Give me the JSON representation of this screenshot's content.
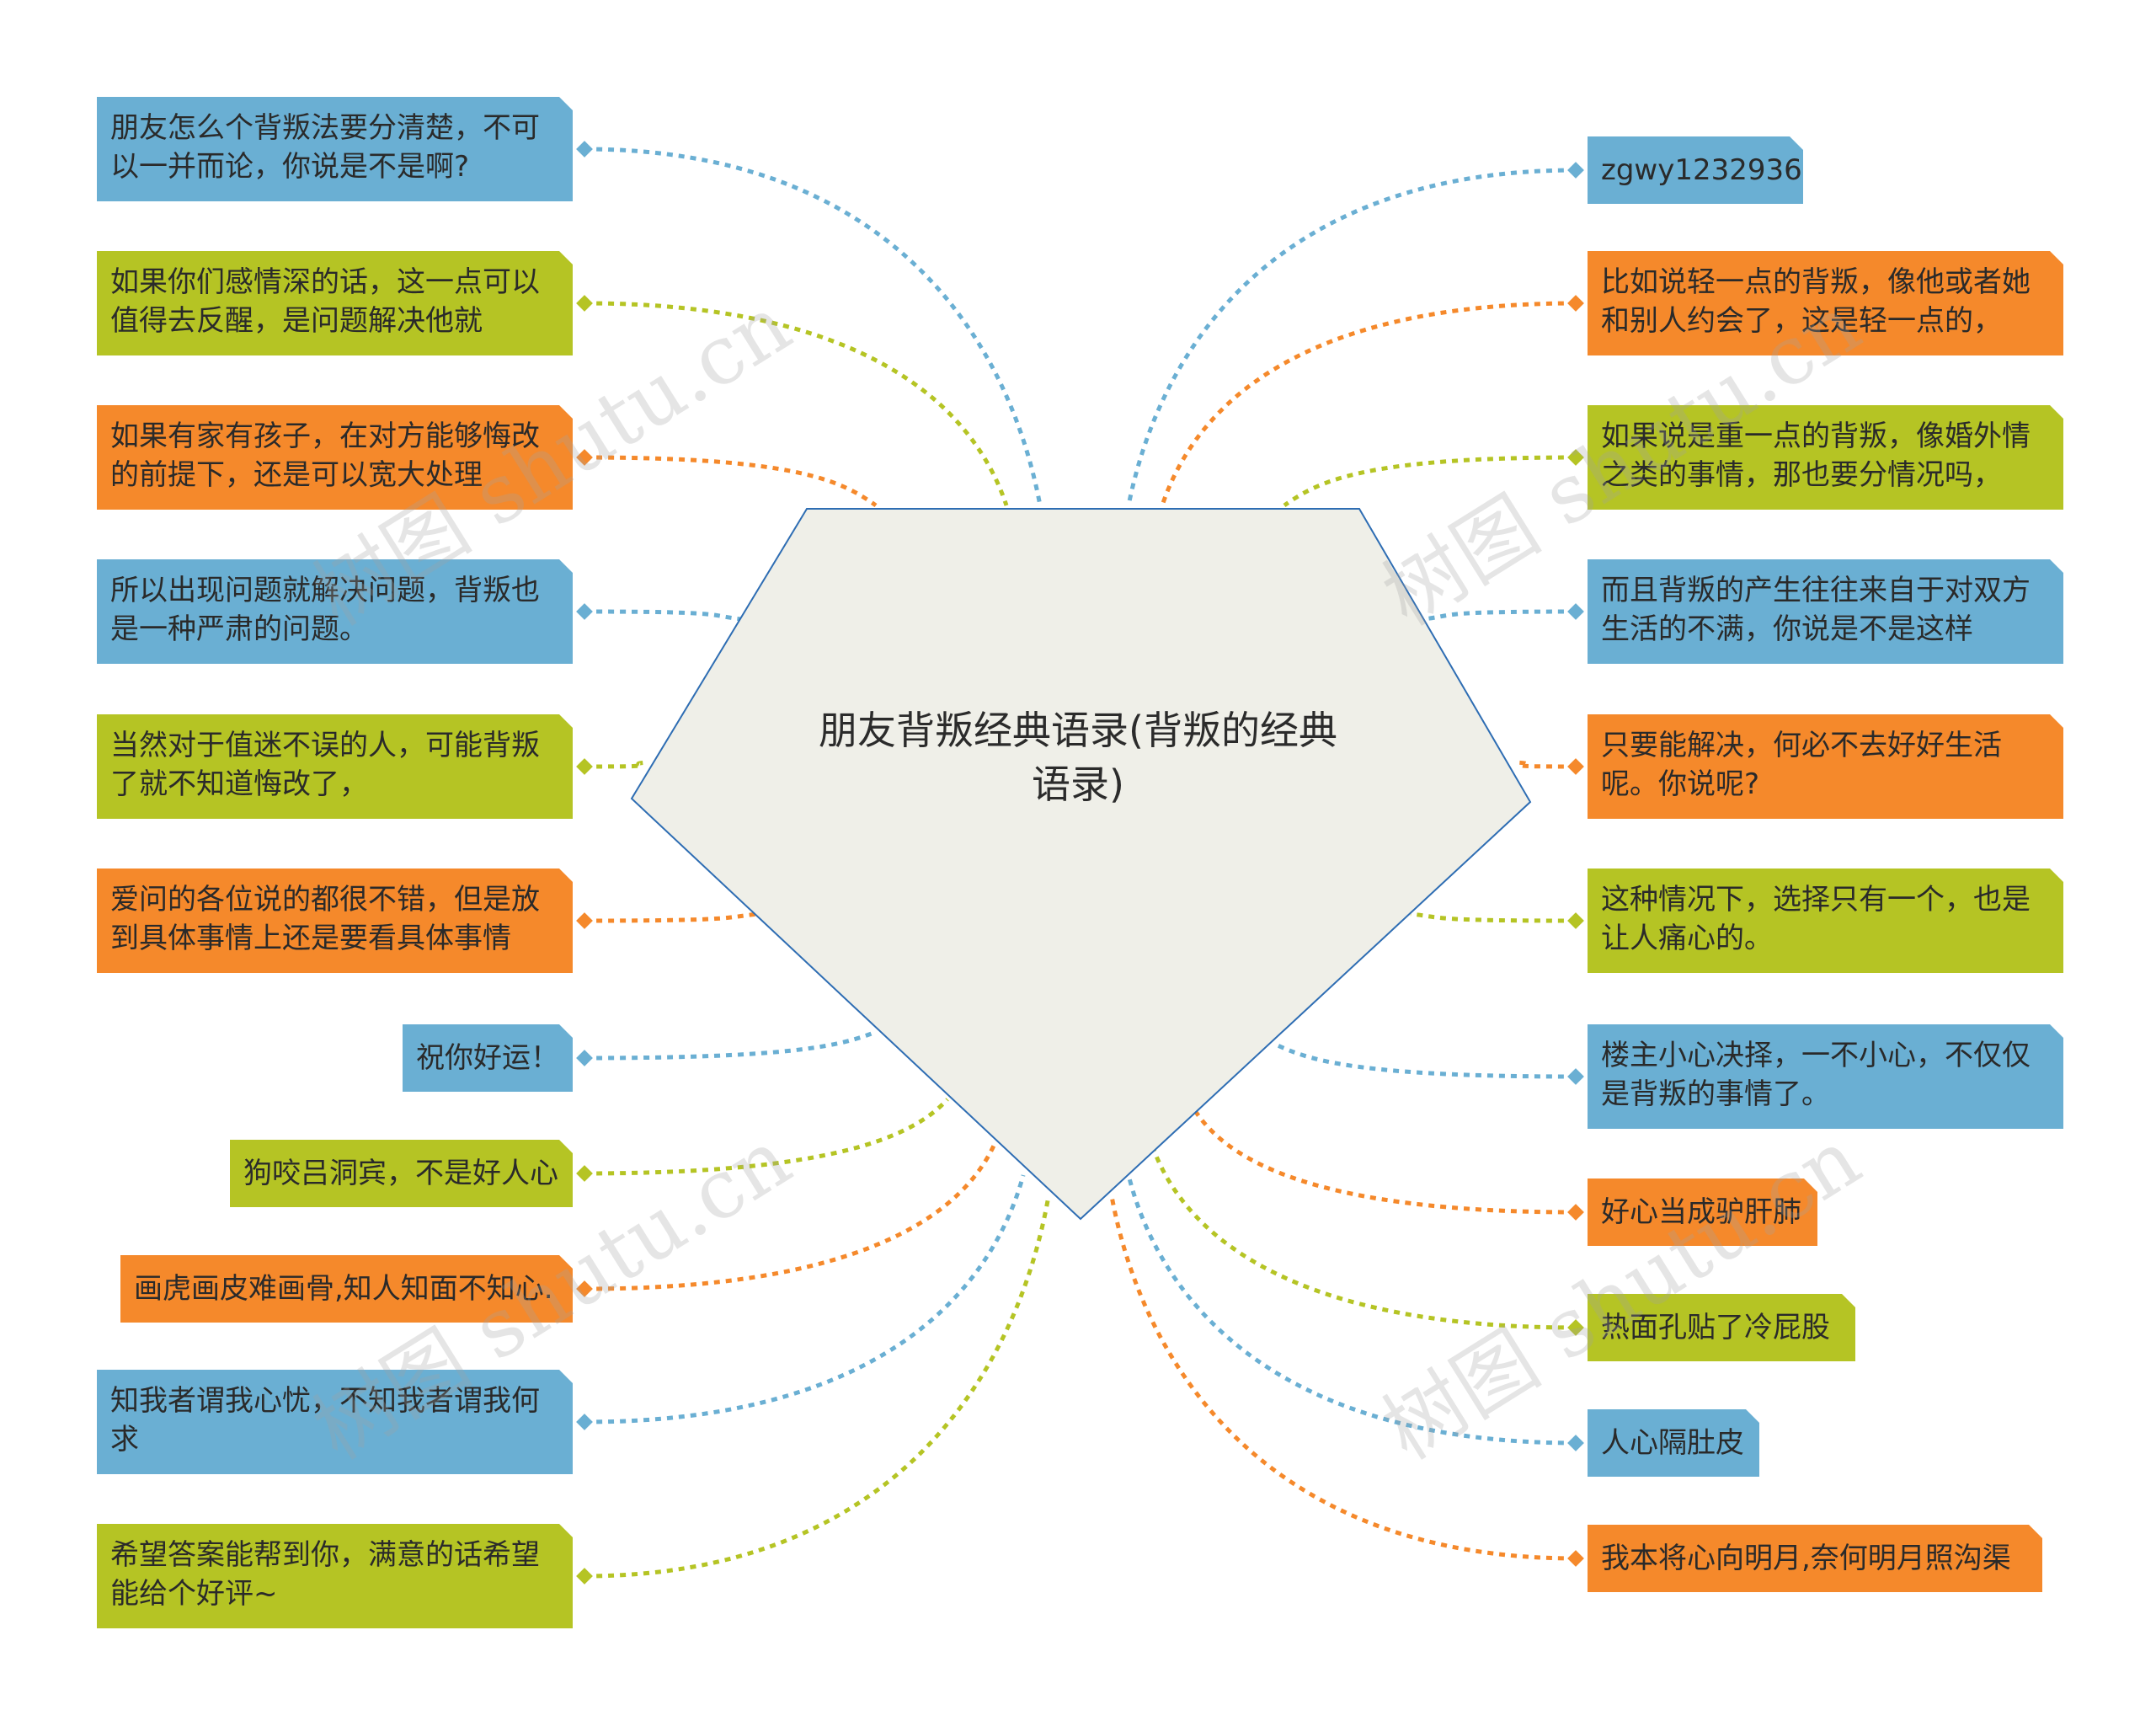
{
  "center": {
    "title": "朋友背叛经典语录(背叛的经典语录)"
  },
  "colors": {
    "blue": "#6aafd3",
    "green": "#b5c424",
    "orange": "#f5892b",
    "center_fill": "#efefe8",
    "center_stroke": "#2e6db3"
  },
  "left_nodes": [
    {
      "text": "朋友怎么个背叛法要分清楚，不可以一并而论，你说是不是啊?",
      "color": "blue"
    },
    {
      "text": "如果你们感情深的话，这一点可以值得去反醒，是问题解决他就",
      "color": "green"
    },
    {
      "text": "如果有家有孩子，在对方能够悔改的前提下，还是可以宽大处理",
      "color": "orange"
    },
    {
      "text": "所以出现问题就解决问题，背叛也是一种严肃的问题。",
      "color": "blue"
    },
    {
      "text": "当然对于值迷不误的人，可能背叛了就不知道悔改了，",
      "color": "green"
    },
    {
      "text": "爱问的各位说的都很不错，但是放到具体事情上还是要看具体事情",
      "color": "orange"
    },
    {
      "text": "祝你好运！",
      "color": "blue"
    },
    {
      "text": "狗咬吕洞宾，不是好人心",
      "color": "green"
    },
    {
      "text": "画虎画皮难画骨,知人知面不知心.",
      "color": "orange"
    },
    {
      "text": "知我者谓我心忧，不知我者谓我何求",
      "color": "blue"
    },
    {
      "text": "希望答案能帮到你，满意的话希望能给个好评~",
      "color": "green"
    }
  ],
  "right_nodes": [
    {
      "text": "zgwy1232936",
      "color": "blue"
    },
    {
      "text": "比如说轻一点的背叛，像他或者她和别人约会了，这是轻一点的，",
      "color": "orange"
    },
    {
      "text": "如果说是重一点的背叛，像婚外情之类的事情，那也要分情况吗，",
      "color": "green"
    },
    {
      "text": "而且背叛的产生往往来自于对双方生活的不满，你说是不是这样",
      "color": "blue"
    },
    {
      "text": "只要能解决，何必不去好好生活呢。你说呢?",
      "color": "orange"
    },
    {
      "text": "这种情况下，选择只有一个，也是让人痛心的。",
      "color": "green"
    },
    {
      "text": "楼主小心决择，一不小心，不仅仅是背叛的事情了。",
      "color": "blue"
    },
    {
      "text": "好心当成驴肝肺",
      "color": "orange"
    },
    {
      "text": "热面孔贴了冷屁股",
      "color": "green"
    },
    {
      "text": "人心隔肚皮",
      "color": "blue"
    },
    {
      "text": "我本将心向明月,奈何明月照沟渠",
      "color": "orange"
    }
  ],
  "watermark": "树图 shutu.cn"
}
